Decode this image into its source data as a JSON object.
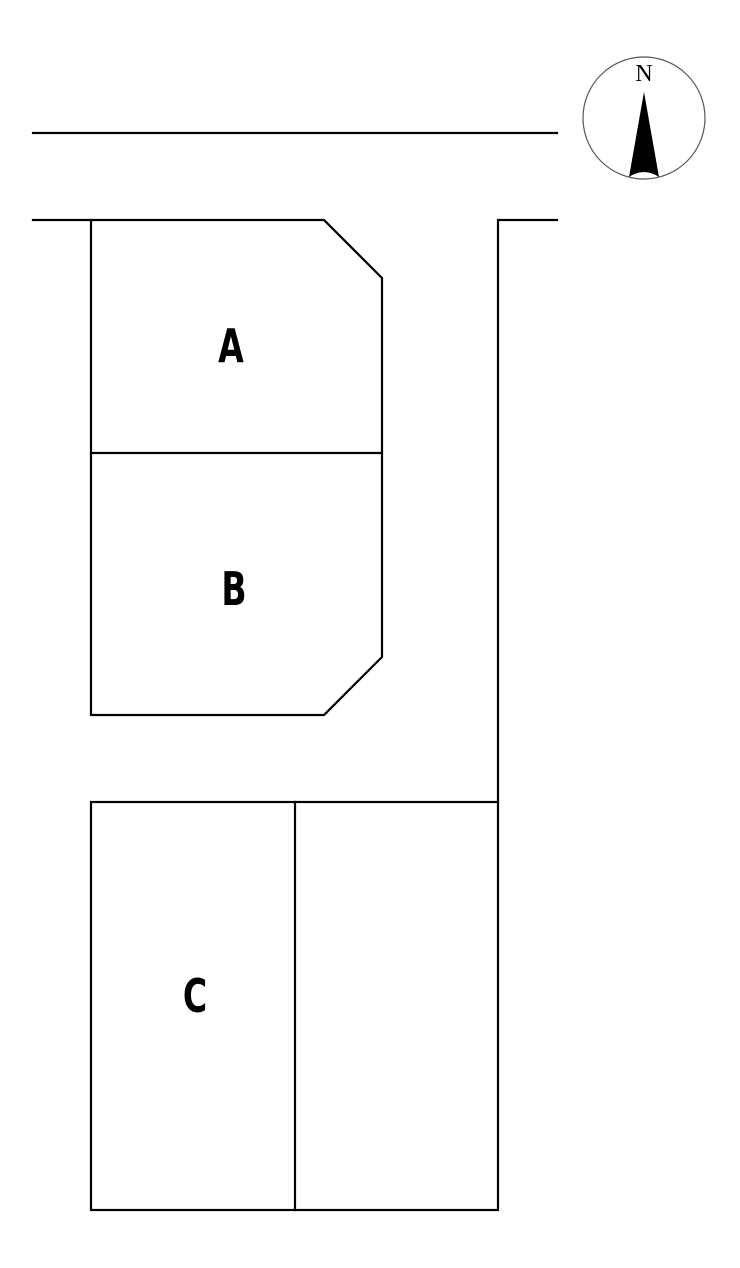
{
  "diagram": {
    "type": "site-plan",
    "lots": [
      {
        "id": "A",
        "label": "A"
      },
      {
        "id": "B",
        "label": "B"
      },
      {
        "id": "C",
        "label": "C"
      }
    ],
    "compass": {
      "label": "N",
      "direction": "north"
    },
    "colors": {
      "line": "#000000",
      "background": "#ffffff"
    }
  }
}
